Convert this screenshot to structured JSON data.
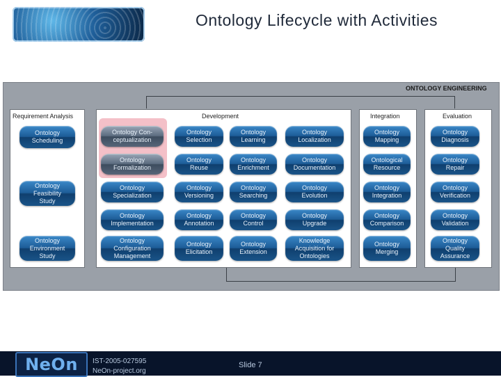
{
  "slide": {
    "title": "Ontology Lifecycle with Activities",
    "slide_number": "Slide 7"
  },
  "footer": {
    "logo": "NeOn",
    "project_id": "IST-2005-027595",
    "website": "NeOn-project.org"
  },
  "diagram": {
    "label": "ONTOLOGY ENGINEERING",
    "sections": {
      "requirements": {
        "title": "Requirement Analysis",
        "items": [
          "Ontology\nScheduling",
          "Ontology\nFeasibility\nStudy",
          "Ontology\nEnvironment\nStudy"
        ]
      },
      "development": {
        "title": "Development",
        "items": [
          "Ontology Con-\nceptualization",
          "Ontology\nSelection",
          "Ontology\nLearning",
          "Ontology\nLocalization",
          "Ontology\nFormalization",
          "Ontology\nReuse",
          "Ontology\nEnrichment",
          "Ontology\nDocumentation",
          "Ontology\nSpecialization",
          "Ontology\nVersioning",
          "Ontology\nSearching",
          "Ontology\nEvolution",
          "Ontology\nImplementation",
          "Ontology\nAnnotation",
          "Ontology\nControl",
          "Ontology\nUpgrade",
          "Ontology\nConfiguration\nManagement",
          "Ontology\nElicitation",
          "Ontology\nExtension",
          "Knowledge\nAcquisition for\nOntologies"
        ]
      },
      "integration": {
        "title": "Integration",
        "items": [
          "Ontology\nMapping",
          "Ontological\nResource",
          "Ontology\nIntegration",
          "Ontology\nComparison",
          "Ontology\nMerging"
        ]
      },
      "evaluation": {
        "title": "Evaluation",
        "items": [
          "Ontology\nDiagnosis",
          "Ontology\nRepair",
          "Ontology\nVerification",
          "Ontology\nValidation",
          "Ontology\nQuality\nAssurance"
        ]
      }
    }
  }
}
